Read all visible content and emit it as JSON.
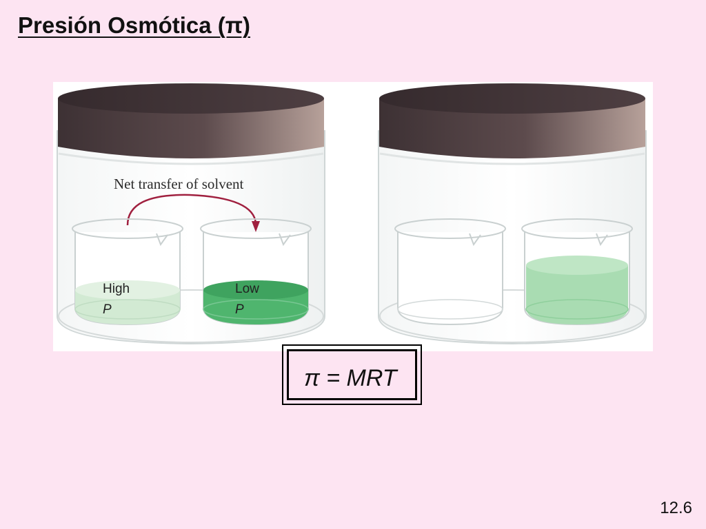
{
  "slide": {
    "title": "Presión Osmótica (π)",
    "page_number": "12.6"
  },
  "figure": {
    "arrow_label": "Net transfer of solvent",
    "left_beaker_label": "High",
    "left_beaker_sub": "P",
    "right_beaker_label": "Low",
    "right_beaker_sub": "P"
  },
  "formula": {
    "text": "π = MRT"
  },
  "colors": {
    "background": "#fde4f2",
    "lid_dark": "#4a3b3e",
    "lid_light": "#b39c95",
    "solution_light": "#d2ead3",
    "solution_dark": "#4fb56e",
    "solution_final": "#a9dcb2",
    "arrow": "#a0203f"
  }
}
